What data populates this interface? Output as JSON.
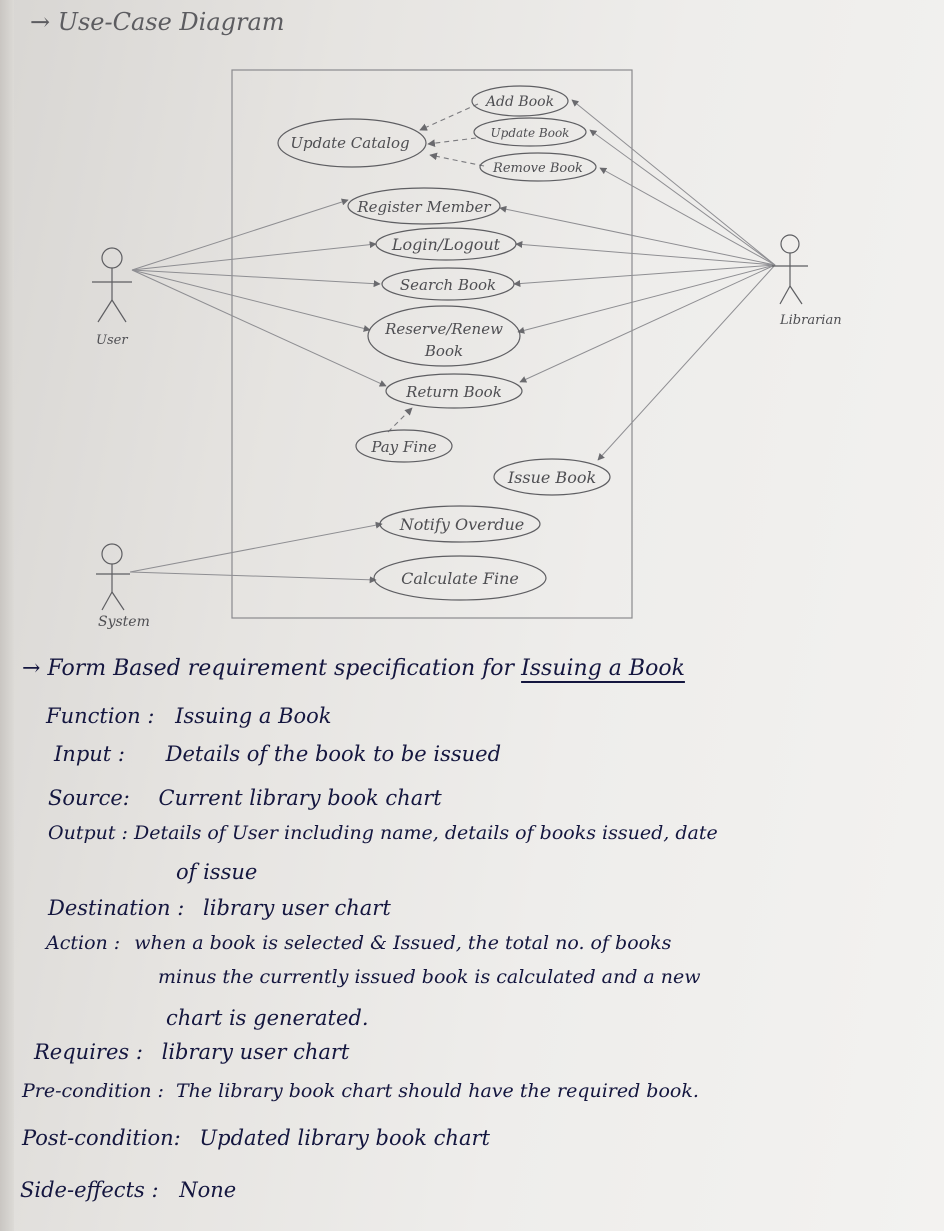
{
  "heading": "→ Use-Case Diagram",
  "diagram": {
    "actors": {
      "user": "User",
      "librarian": "Librarian",
      "system": "System"
    },
    "use_cases": {
      "add_book": "Add Book",
      "update_catalog": "Update Catalog",
      "update_book": "Update Book",
      "remove_book": "Remove Book",
      "register_member": "Register Member",
      "login_logout": "Login/Logout",
      "search_book": "Search Book",
      "reserve_renew_1": "Reserve/Renew",
      "reserve_renew_2": "Book",
      "return_book": "Return Book",
      "pay_fine": "Pay Fine",
      "issue_book": "Issue Book",
      "notify_overdue": "Notify Overdue",
      "calculate_fine": "Calculate Fine"
    }
  },
  "spec": {
    "title_prefix": "→ Form Based requirement specification for",
    "title_subject": "Issuing a Book",
    "function": {
      "label": "Function :",
      "value": "Issuing a Book"
    },
    "input": {
      "label": "Input :",
      "value": "Details of the book to be issued"
    },
    "source": {
      "label": "Source:",
      "value": "Current library book chart"
    },
    "output": {
      "label": "Output :",
      "value": "Details of User including name, details of books issued, date",
      "value_cont": "of issue"
    },
    "destination": {
      "label": "Destination :",
      "value": "library user chart"
    },
    "action": {
      "label": "Action :",
      "value": "when a book is selected & Issued, the total no. of books",
      "value_cont1": "minus the currently issued book is calculated and a new",
      "value_cont2": "chart is generated."
    },
    "requires": {
      "label": "Requires :",
      "value": "library user chart"
    },
    "precondition": {
      "label": "Pre-condition :",
      "value": "The library book chart should have the required book."
    },
    "postcondition": {
      "label": "Post-condition:",
      "value": "Updated library book chart"
    },
    "side_effects": {
      "label": "Side-effects :",
      "value": "None"
    }
  }
}
